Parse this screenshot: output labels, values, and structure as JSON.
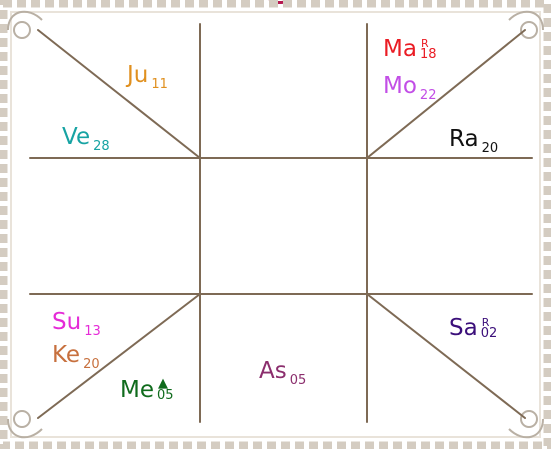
{
  "chart": {
    "colors": {
      "frame": "#d4ccc1",
      "frame_inner": "#e9e3da",
      "lines": "#7e6a55",
      "header_fragment": "#b5174e"
    },
    "planets": [
      {
        "abbr": "Ju",
        "degree": "11",
        "color": "#e0901f",
        "house": "top-left-upper"
      },
      {
        "abbr": "Ve",
        "degree": "28",
        "color": "#17a3a3",
        "house": "top-left-lower"
      },
      {
        "abbr": "Ma",
        "degree": "18",
        "retrograde": "R",
        "color": "#ea1c24",
        "house": "top-right-upper"
      },
      {
        "abbr": "Mo",
        "degree": "22",
        "color": "#c24ee6",
        "house": "top-right-upper"
      },
      {
        "abbr": "Ra",
        "degree": "20",
        "color": "#111111",
        "house": "top-right-lower"
      },
      {
        "abbr": "Su",
        "degree": "13",
        "color": "#e52bd7",
        "house": "bottom-left-upper"
      },
      {
        "abbr": "Ke",
        "degree": "20",
        "color": "#c7703e",
        "house": "bottom-left-upper"
      },
      {
        "abbr": "Me",
        "degree": "05",
        "direct_marker": "up-arrow",
        "color": "#0f6b1c",
        "house": "bottom-left-lower"
      },
      {
        "abbr": "As",
        "degree": "05",
        "color": "#8b2e6d",
        "house": "bottom-center"
      },
      {
        "abbr": "Sa",
        "degree": "02",
        "retrograde": "R",
        "color": "#3b0f7a",
        "house": "bottom-right"
      }
    ]
  }
}
